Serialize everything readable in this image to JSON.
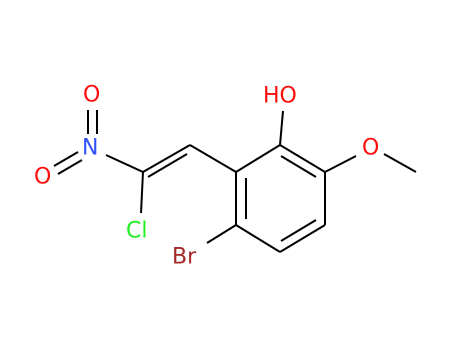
{
  "molecule": {
    "atoms": {
      "hydroxyl": {
        "text": "HO",
        "color": "#ff0d0d"
      },
      "methoxy_oxygen": {
        "text": "O",
        "color": "#ff0d0d"
      },
      "nitro_nitrogen": {
        "text": "N",
        "color": "#3050f8"
      },
      "nitro_oxygen_top": {
        "text": "O",
        "color": "#ff0d0d"
      },
      "nitro_oxygen_left": {
        "text": "O",
        "color": "#ff0d0d"
      },
      "chlorine": {
        "text": "Cl",
        "color": "#1ff01f"
      },
      "bromine": {
        "text": "Br",
        "color": "#a62929"
      }
    },
    "bond_color": "#000000"
  }
}
